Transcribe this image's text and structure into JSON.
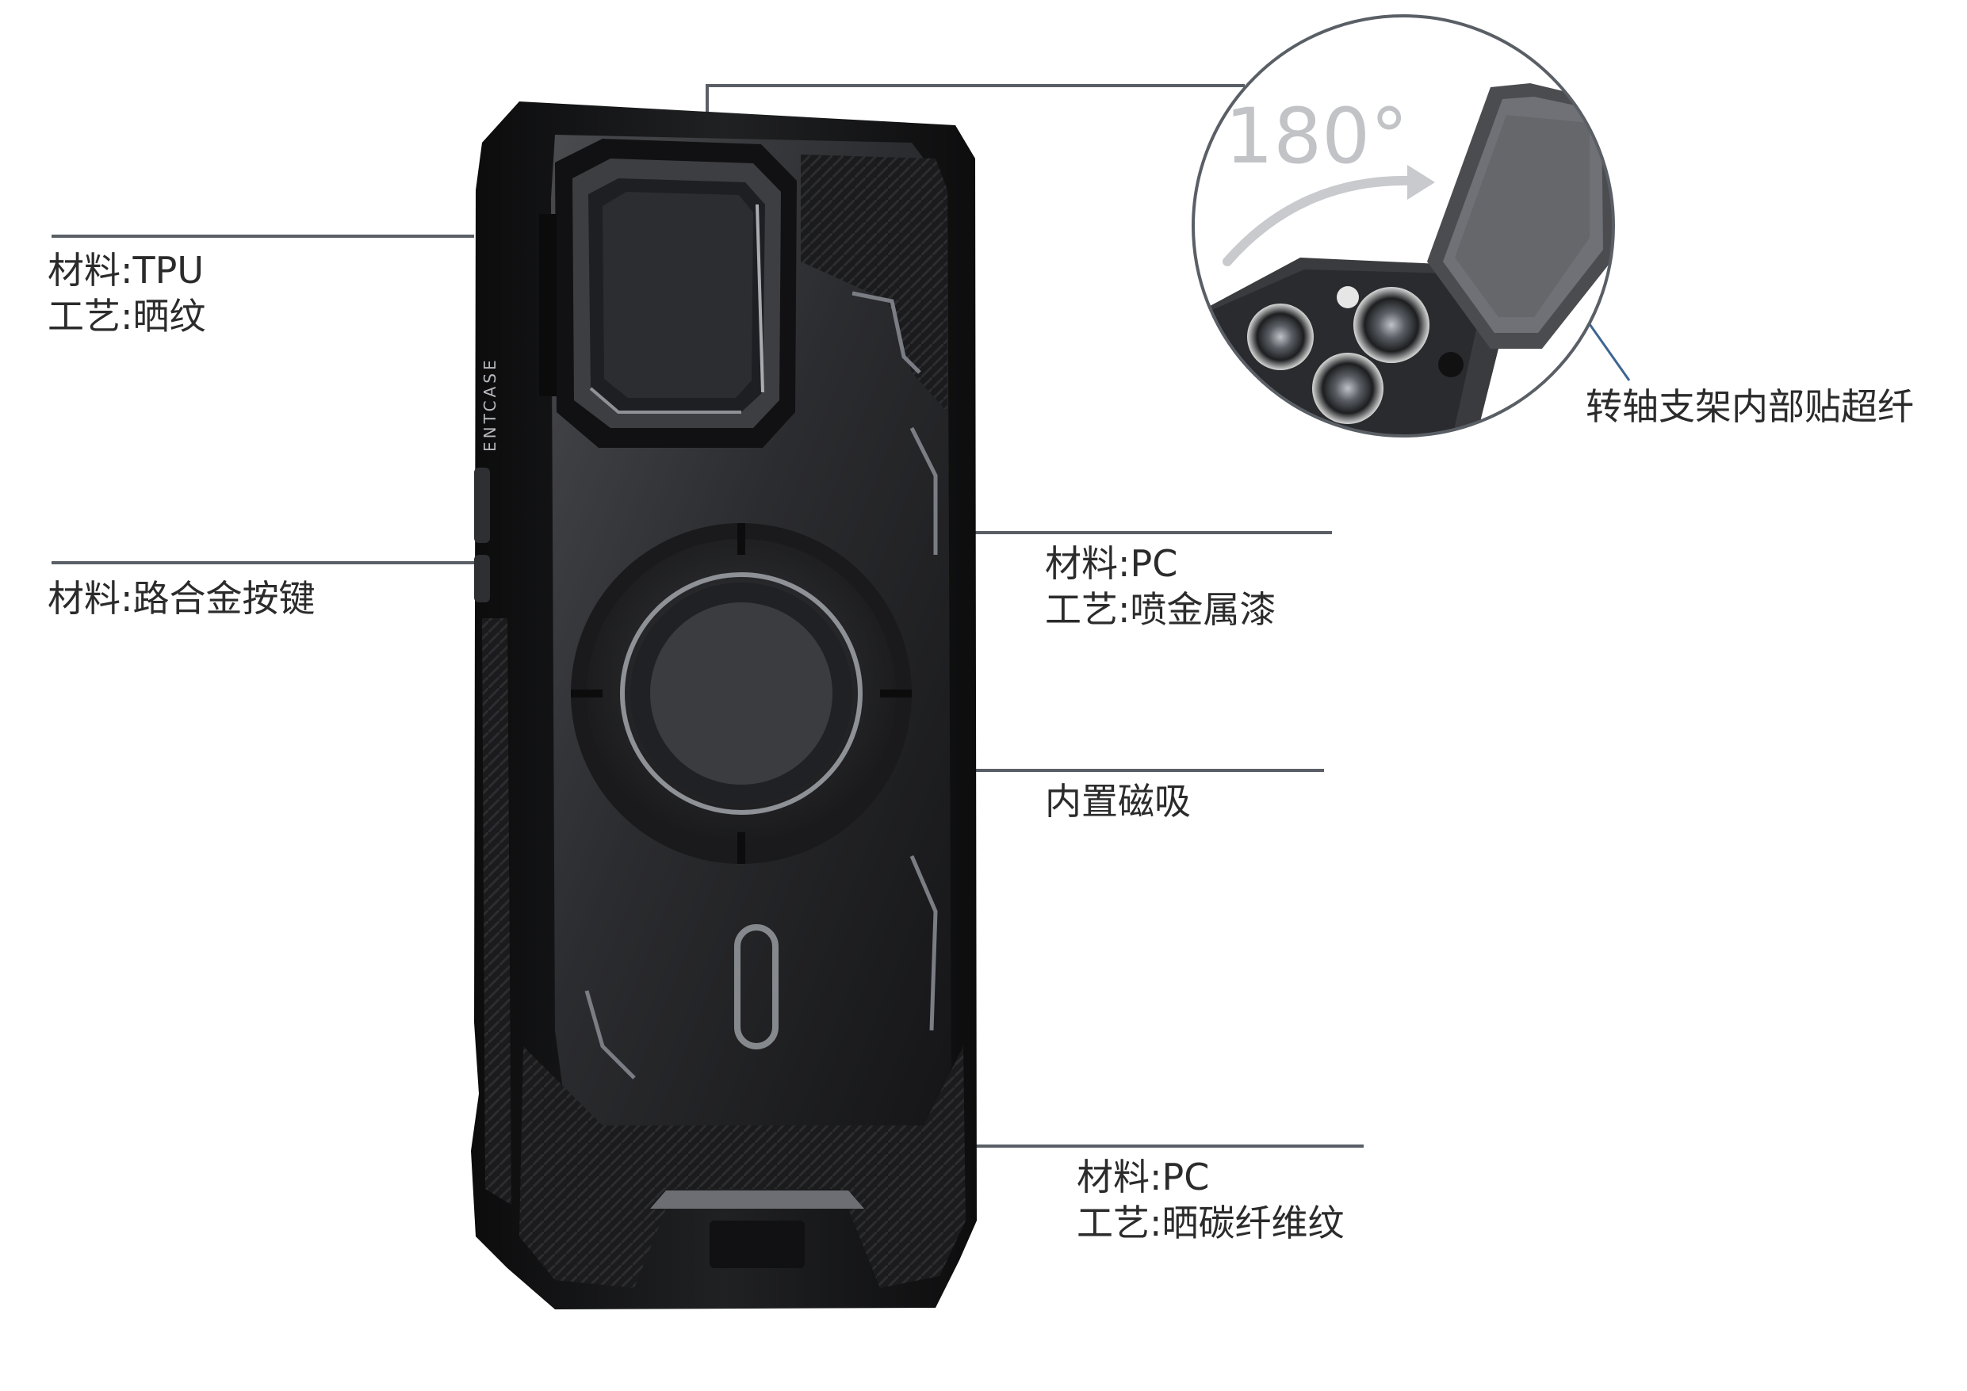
{
  "brand": "ENTCASE",
  "rotation_badge": "180°",
  "annotations": {
    "side_frame": {
      "material": "材料:TPU",
      "process": "工艺:晒纹"
    },
    "side_buttons": {
      "material": "材料:路合金按键"
    },
    "back_panel": {
      "material": "材料:PC",
      "process": "工艺:喷金属漆"
    },
    "magnet": {
      "text": "内置磁吸"
    },
    "bottom_panel": {
      "material": "材料:PC",
      "process": "工艺:晒碳纤维纹"
    },
    "kickstand_inner": {
      "text": "转轴支架内部贴超纤"
    }
  },
  "colors": {
    "background": "#ffffff",
    "leader_line": "#5a5f66",
    "text": "#2b2b2b",
    "case_dark": "#1a1a1c",
    "case_mid": "#3a3b3e"
  }
}
